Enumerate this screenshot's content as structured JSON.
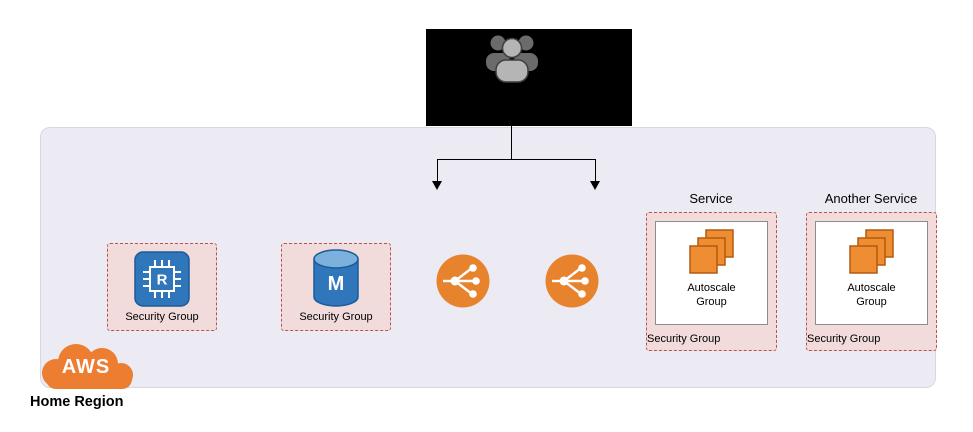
{
  "region": {
    "cloud_text": "AWS",
    "label": "Home Region"
  },
  "users": {
    "icon": "users-icon"
  },
  "groups": {
    "cache_sg": {
      "label": "Security Group",
      "icon": "redis-cache-icon",
      "icon_letter": "R"
    },
    "db_sg": {
      "label": "Security Group",
      "icon": "mongodb-database-icon",
      "icon_letter": "M"
    },
    "elb_left": {
      "icon": "load-balancer-icon"
    },
    "elb_right": {
      "icon": "load-balancer-icon"
    },
    "service": {
      "title": "Service",
      "autoscale_label": "Autoscale Group",
      "sg_label": "Security Group",
      "icon": "autoscale-instances-icon"
    },
    "another_service": {
      "title": "Another Service",
      "autoscale_label": "Autoscale Group",
      "sg_label": "Security Group",
      "icon": "autoscale-instances-icon"
    }
  },
  "colors": {
    "region_fill": "#eceaf2",
    "security_group_fill": "#f2dcdb",
    "security_group_border": "#b85450",
    "aws_orange": "#ed7d31",
    "elb_orange": "#e8832d",
    "autoscale_orange": "#ef8d33",
    "icon_blue": "#2f76bb",
    "users_box_fill": "#000000"
  }
}
